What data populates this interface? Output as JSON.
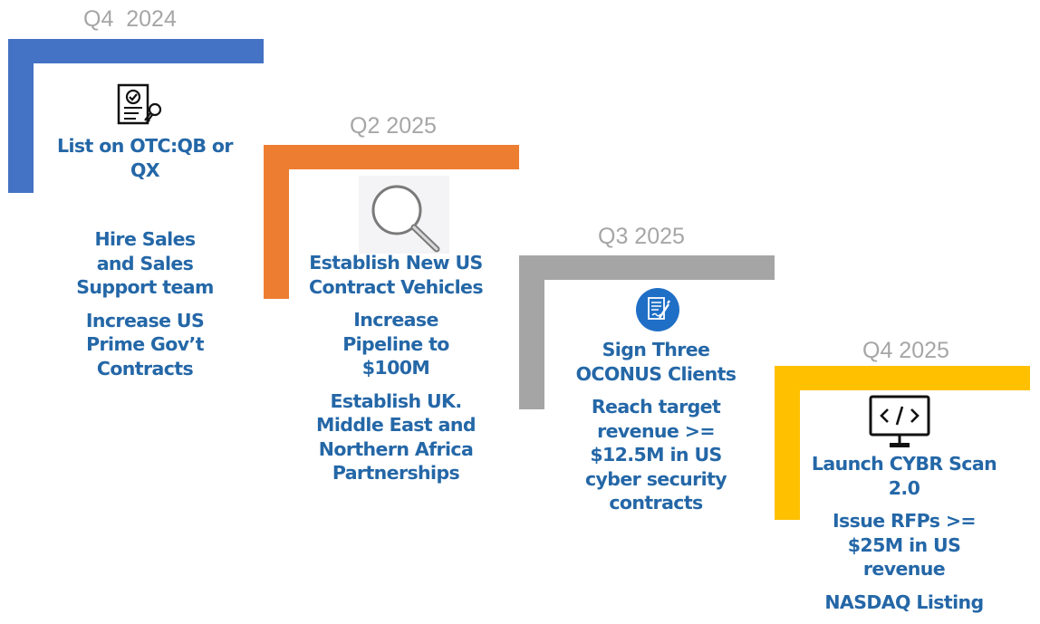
{
  "colors": {
    "q4_2024": "#4472c4",
    "q2_2025": "#ed7d31",
    "q3_2025": "#a5a5a5",
    "q4_2025": "#ffc000",
    "text": "#2467a7",
    "quarter_label": "#a6a6a6"
  },
  "steps": [
    {
      "quarter": "Q4  2024",
      "icon": "certificate-icon",
      "items": [
        "List on OTC:QB or QX",
        "Hire Sales and Sales Support team",
        "Increase US Prime Gov’t Contracts"
      ]
    },
    {
      "quarter": "Q2 2025",
      "icon": "magnifier-icon",
      "items": [
        "Establish New US Contract Vehicles",
        "Increase Pipeline to $100M",
        "Establish UK. Middle East and Northern Africa Partnerships"
      ]
    },
    {
      "quarter": "Q3 2025",
      "icon": "contract-sign-icon",
      "items": [
        "Sign Three OCONUS Clients",
        "Reach target revenue >= $12.5M in US cyber security contracts"
      ]
    },
    {
      "quarter": "Q4 2025",
      "icon": "code-monitor-icon",
      "items": [
        "Launch CYBR Scan 2.0",
        "Issue RFPs >= $25M in US revenue",
        "NASDAQ Listing"
      ]
    }
  ]
}
